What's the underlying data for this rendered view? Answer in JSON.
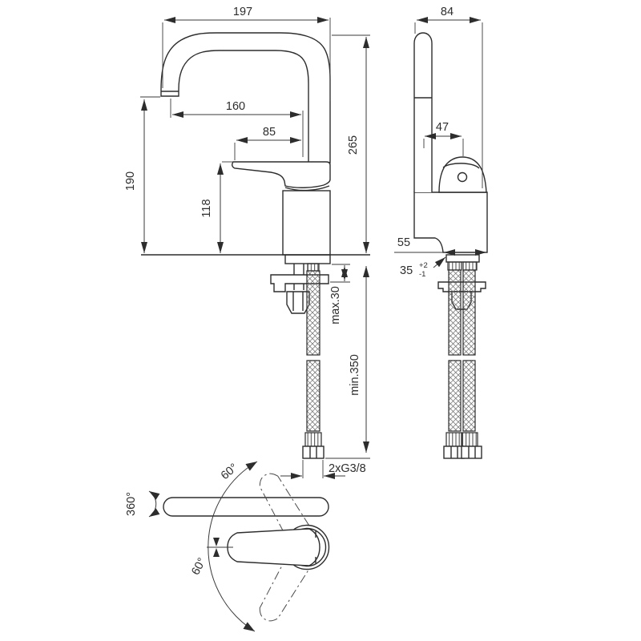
{
  "drawing": {
    "front_view": {
      "dim_spout_reach_total": "197",
      "dim_spout_reach": "160",
      "dim_lever_reach": "85",
      "dim_height_total": "265",
      "dim_height_outlet": "190",
      "dim_height_lever": "118",
      "dim_counter_thickness_max": "max.30",
      "dim_hose_length_min": "min.350",
      "dim_connection_thread": "2xG3/8"
    },
    "side_view": {
      "dim_depth_total": "84",
      "dim_lever_offset": "47",
      "dim_base_depth": "55",
      "dim_mounting_hole": "35",
      "dim_mounting_hole_tol_plus": "+2",
      "dim_mounting_hole_tol_minus": "-1"
    },
    "plan_view": {
      "dim_spout_swivel": "360°",
      "dim_lever_angle_up": "60°",
      "dim_lever_angle_down": "60°"
    },
    "colors": {
      "line": "#2d2d2d",
      "dimension": "#3a3a3a",
      "background": "#ffffff"
    }
  }
}
